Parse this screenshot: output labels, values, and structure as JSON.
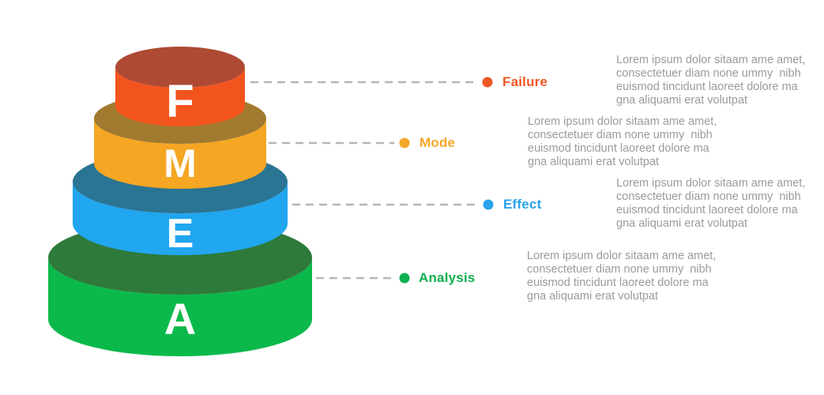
{
  "background_color": "#ffffff",
  "letter_color": "#ffffff",
  "body_text_color": "#9b9b9e",
  "connector": {
    "color": "#b5b5b8"
  },
  "sections": [
    {
      "id": "failure",
      "letter": "F",
      "label": "Failure",
      "color": "#ee5823",
      "cylinder": {
        "side_color": "#f3541d",
        "top_color": "#ae4a33"
      },
      "description": "Lorem ipsum dolor sitaam ame amet,\nconsectetuer diam none ummy  nibh\neuismod tincidunt laoreet dolore ma\ngna aliquami erat volutpat"
    },
    {
      "id": "mode",
      "letter": "M",
      "label": "Mode",
      "color": "#f5a728",
      "cylinder": {
        "side_color": "#f5a623",
        "top_color": "#a17a2f"
      },
      "description": "Lorem ipsum dolor sitaam ame amet,\nconsectetuer diam none ummy  nibh\neuismod tincidunt laoreet dolore ma\ngna aliquami erat volutpat"
    },
    {
      "id": "effect",
      "letter": "E",
      "label": "Effect",
      "color": "#29a3e9",
      "cylinder": {
        "side_color": "#21a6f0",
        "top_color": "#2a7494"
      },
      "description": "Lorem ipsum dolor sitaam ame amet,\nconsectetuer diam none ummy  nibh\neuismod tincidunt laoreet dolore ma\ngna aliquami erat volutpat"
    },
    {
      "id": "analysis",
      "letter": "A",
      "label": "Analysis",
      "color": "#0faf4e",
      "cylinder": {
        "side_color": "#0bb94b",
        "top_color": "#2d7a3a"
      },
      "description": "Lorem ipsum dolor sitaam ame amet,\nconsectetuer diam none ummy  nibh\neuismod tincidunt laoreet dolore ma\ngna aliquami erat volutpat"
    }
  ]
}
